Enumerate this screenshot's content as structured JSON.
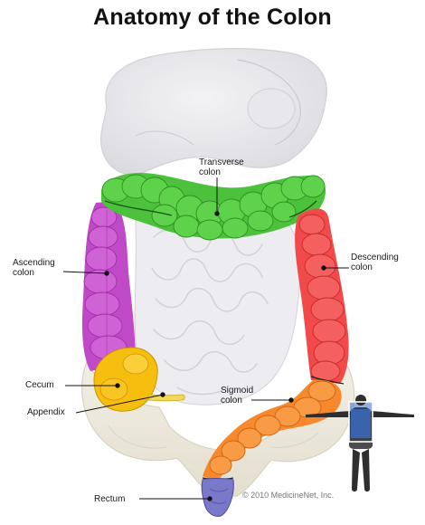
{
  "title": "Anatomy of the Colon",
  "labels": {
    "transverse": [
      "Transverse",
      "colon"
    ],
    "ascending": [
      "Ascending",
      "colon"
    ],
    "descending": [
      "Descending",
      "colon"
    ],
    "cecum": "Cecum",
    "appendix": "Appendix",
    "sigmoid": [
      "Sigmoid",
      "colon"
    ],
    "rectum": "Rectum"
  },
  "copyright": "© 2010 MedicineNet, Inc.",
  "colors": {
    "transverse": "#4cc23c",
    "ascending": "#c049c8",
    "descending": "#f24a4a",
    "cecum": "#f6bf10",
    "sigmoid": "#f7892c",
    "rectum": "#7a78c8",
    "body_figure": "#2e2e2e",
    "figure_highlight": "#3a6fd0"
  }
}
